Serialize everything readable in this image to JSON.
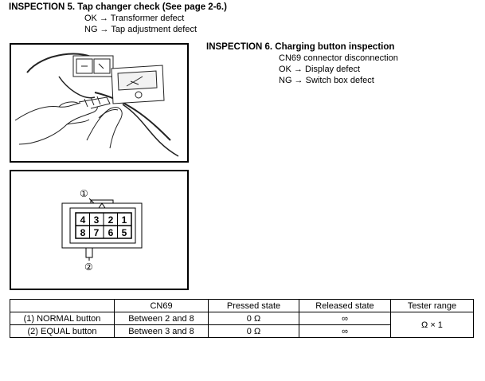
{
  "inspection5": {
    "title": "INSPECTION 5. Tap changer check (See page 2-6.)",
    "lines": [
      "OK → Transformer defect",
      "NG → Tap adjustment defect"
    ]
  },
  "inspection6": {
    "title": "INSPECTION 6. Charging button inspection",
    "lines": [
      "CN69 connector disconnection",
      "OK → Display defect",
      "NG → Switch box defect"
    ]
  },
  "connector": {
    "callout_top": "①",
    "callout_bottom": "②",
    "top_pins": [
      "4",
      "3",
      "2",
      "1"
    ],
    "bottom_pins": [
      "8",
      "7",
      "6",
      "5"
    ]
  },
  "table": {
    "headers": [
      "",
      "CN69",
      "Pressed state",
      "Released state",
      "Tester range"
    ],
    "rows": [
      {
        "button": "(1) NORMAL button",
        "cn69": "Between 2 and 8",
        "pressed": "0 Ω",
        "released": "∞"
      },
      {
        "button": "(2) EQUAL button",
        "cn69": "Between 3 and 8",
        "pressed": "0 Ω",
        "released": "∞"
      }
    ],
    "tester_range": "Ω × 1"
  }
}
